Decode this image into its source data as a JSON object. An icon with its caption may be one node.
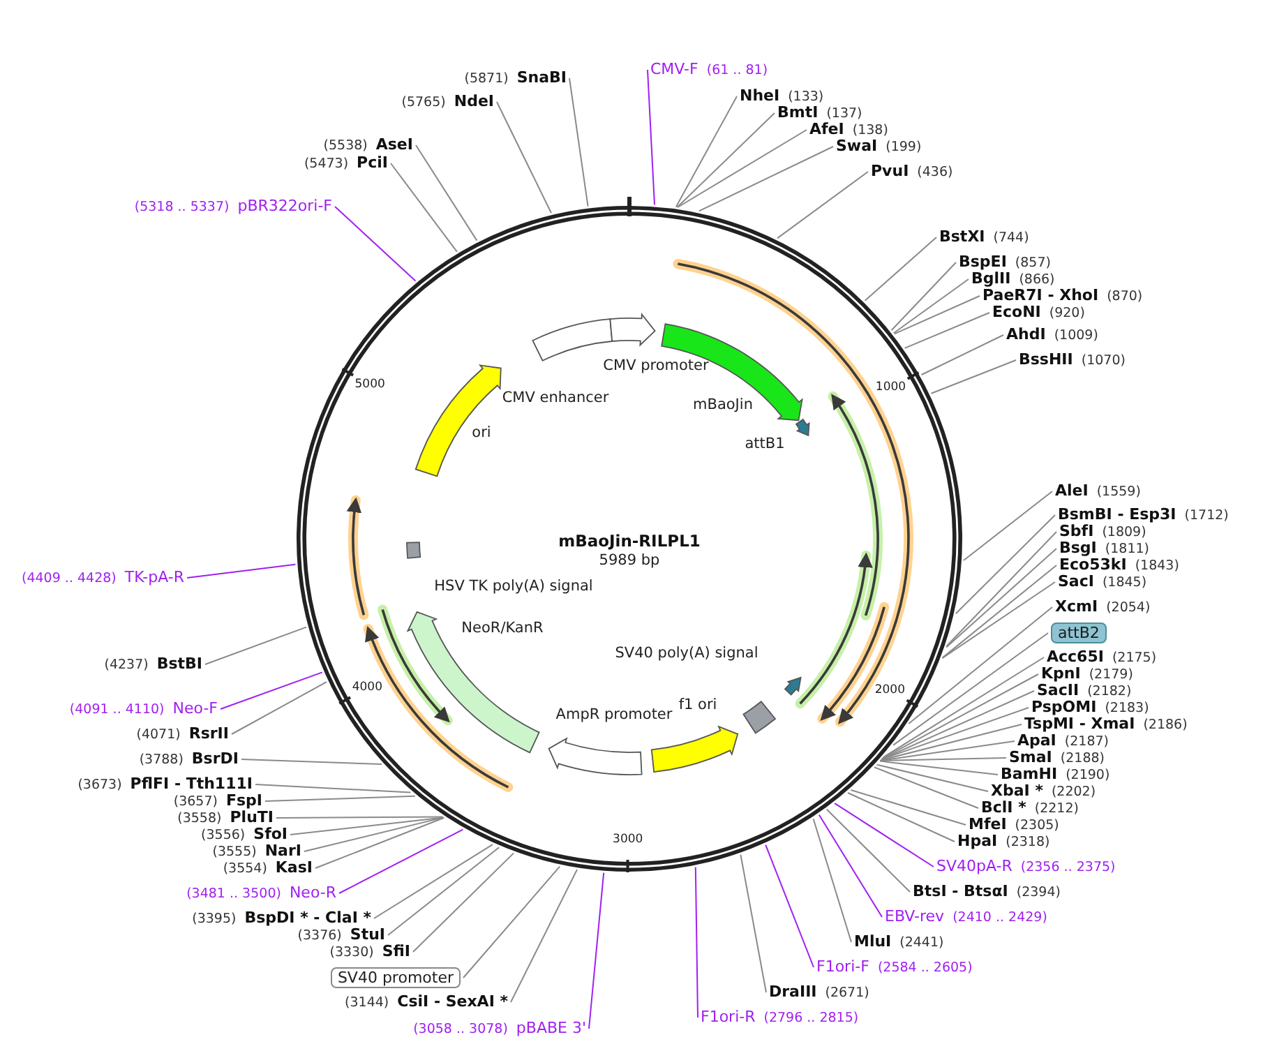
{
  "diagram": {
    "title": "mBaoJin-RILPL1",
    "nodes": [
      {
        "text": [
          "CMV-F",
          "(61 .. 81)"
        ]
      },
      {
        "text": [
          "NheI",
          "(133)"
        ]
      },
      {
        "text": [
          "BmtI",
          "(137)"
        ]
      },
      {
        "text": [
          "AfeI",
          "(138)"
        ]
      },
      {
        "text": [
          "SwaI",
          "(199)"
        ]
      },
      {
        "text": [
          "PvuI",
          "(436)"
        ]
      },
      {
        "text": [
          "BstXI",
          "(744)"
        ]
      },
      {
        "text": [
          "BspEI",
          "(857)"
        ]
      },
      {
        "text": [
          "BglII",
          "(866)"
        ]
      },
      {
        "text": [
          "PaeR7I - XhoI",
          "(870)"
        ]
      },
      {
        "text": [
          "EcoNI",
          "(920)"
        ]
      },
      {
        "text": [
          "AhdI",
          "(1009)"
        ]
      },
      {
        "text": [
          "BssHII",
          "(1070)"
        ]
      },
      {
        "text": [
          "AleI",
          "(1559)"
        ]
      },
      {
        "text": [
          "BsmBI - Esp3I",
          "(1712)"
        ]
      },
      {
        "text": [
          "SbfI",
          "(1809)"
        ]
      },
      {
        "text": [
          "BsgI",
          "(1811)"
        ]
      },
      {
        "text": [
          "Eco53kI",
          "(1843)"
        ]
      },
      {
        "text": [
          "SacI",
          "(1845)"
        ]
      },
      {
        "text": [
          "XcmI",
          "(2054)"
        ]
      },
      {
        "text": [
          "attB2"
        ]
      },
      {
        "text": [
          "Acc65I",
          "(2175)"
        ]
      },
      {
        "text": [
          "KpnI",
          "(2179)"
        ]
      },
      {
        "text": [
          "SacII",
          "(2182)"
        ]
      },
      {
        "text": [
          "PspOMI",
          "(2183)"
        ]
      },
      {
        "text": [
          "TspMI - XmaI",
          "(2186)"
        ]
      },
      {
        "text": [
          "ApaI",
          "(2187)"
        ]
      },
      {
        "text": [
          "SmaI",
          "(2188)"
        ]
      },
      {
        "text": [
          "BamHI",
          "(2190)"
        ]
      },
      {
        "text": [
          "XbaI *",
          "(2202)"
        ]
      },
      {
        "text": [
          "BclI *",
          "(2212)"
        ]
      },
      {
        "text": [
          "MfeI",
          "(2305)"
        ]
      },
      {
        "text": [
          "HpaI",
          "(2318)"
        ]
      },
      {
        "text": [
          "SV40pA-R",
          "(2356 .. 2375)"
        ]
      },
      {
        "text": [
          "BtsI - BtsαI",
          "(2394)"
        ]
      },
      {
        "text": [
          "EBV-rev",
          "(2410 .. 2429)"
        ]
      },
      {
        "text": [
          "MluI",
          "(2441)"
        ]
      },
      {
        "text": [
          "F1ori-F",
          "(2584 .. 2605)"
        ]
      },
      {
        "text": [
          "DraIII",
          "(2671)"
        ]
      },
      {
        "text": [
          "F1ori-R",
          "(2796 .. 2815)"
        ]
      },
      {
        "text": [
          "(3058 .. 3078)",
          "pBABE 3'"
        ]
      },
      {
        "text": [
          "(3144)",
          "CsiI - SexAI *"
        ]
      },
      {
        "text": [
          "SV40 promoter"
        ]
      },
      {
        "text": [
          "(3330)",
          "SfiI"
        ]
      },
      {
        "text": [
          "(3376)",
          "StuI"
        ]
      },
      {
        "text": [
          "(3395)",
          "BspDI * - ClaI *"
        ]
      },
      {
        "text": [
          "(3481 .. 3500)",
          "Neo-R"
        ]
      },
      {
        "text": [
          "(3554)",
          "KasI"
        ]
      },
      {
        "text": [
          "(3555)",
          "NarI"
        ]
      },
      {
        "text": [
          "(3556)",
          "SfoI"
        ]
      },
      {
        "text": [
          "(3558)",
          "PluTI"
        ]
      },
      {
        "text": [
          "(3657)",
          "FspI"
        ]
      },
      {
        "text": [
          "(3673)",
          "PflFI - Tth111I"
        ]
      },
      {
        "text": [
          "(3788)",
          "BsrDI"
        ]
      },
      {
        "text": [
          "(4071)",
          "RsrII"
        ]
      },
      {
        "text": [
          "(4091 .. 4110)",
          "Neo-F"
        ]
      },
      {
        "text": [
          "(4237)",
          "BstBI"
        ]
      },
      {
        "text": [
          "(4409 .. 4428)",
          "TK-pA-R"
        ]
      },
      {
        "text": [
          "(5318 .. 5337)",
          "pBR322ori-F"
        ]
      },
      {
        "text": [
          "(5473)",
          "PciI"
        ]
      },
      {
        "text": [
          "(5538)",
          "AseI"
        ]
      },
      {
        "text": [
          "(5765)",
          "NdeI"
        ]
      },
      {
        "text": [
          "(5871)",
          "SnaBI"
        ]
      },
      {
        "text": [
          "CMV enhancer"
        ]
      },
      {
        "text": [
          "CMV promoter"
        ]
      },
      {
        "text": [
          "mBaoJin"
        ]
      },
      {
        "text": [
          "attB1"
        ]
      },
      {
        "text": [],
        "shape": "arrow"
      },
      {
        "text": [
          "SV40 poly(A) signal"
        ]
      },
      {
        "text": [
          "f1 ori"
        ]
      },
      {
        "text": [
          "AmpR promoter"
        ]
      },
      {
        "text": [
          "NeoR/KanR"
        ]
      },
      {
        "text": [
          "HSV TK poly(A) signal"
        ]
      },
      {
        "text": [
          "ori"
        ]
      }
    ],
    "edges": [
      {
        "from": 0,
        "to": null,
        "arrow": "none",
        "color": "#a020f0"
      },
      {
        "from": 1,
        "to": null,
        "arrow": "none"
      },
      {
        "from": 2,
        "to": null,
        "arrow": "none"
      },
      {
        "from": 3,
        "to": null,
        "arrow": "none"
      },
      {
        "from": 4,
        "to": null,
        "arrow": "none"
      },
      {
        "from": 5,
        "to": null,
        "arrow": "none"
      },
      {
        "from": 6,
        "to": null,
        "arrow": "none"
      },
      {
        "from": 7,
        "to": null,
        "arrow": "none"
      },
      {
        "from": 8,
        "to": null,
        "arrow": "none"
      },
      {
        "from": 9,
        "to": null,
        "arrow": "none"
      },
      {
        "from": 10,
        "to": null,
        "arrow": "none"
      },
      {
        "from": 11,
        "to": null,
        "arrow": "none"
      },
      {
        "from": 12,
        "to": null,
        "arrow": "none"
      },
      {
        "from": 13,
        "to": null,
        "arrow": "none"
      },
      {
        "from": 14,
        "to": null,
        "arrow": "none"
      },
      {
        "from": 15,
        "to": null,
        "arrow": "none"
      },
      {
        "from": 16,
        "to": null,
        "arrow": "none"
      },
      {
        "from": 17,
        "to": null,
        "arrow": "none"
      },
      {
        "from": 18,
        "to": null,
        "arrow": "none"
      },
      {
        "from": 19,
        "to": null,
        "arrow": "none"
      },
      {
        "from": 20,
        "to": null,
        "arrow": "none"
      },
      {
        "from": 21,
        "to": null,
        "arrow": "none"
      },
      {
        "from": 22,
        "to": null,
        "arrow": "none"
      },
      {
        "from": 23,
        "to": null,
        "arrow": "none"
      },
      {
        "from": 24,
        "to": null,
        "arrow": "none"
      },
      {
        "from": 25,
        "to": null,
        "arrow": "none"
      },
      {
        "from": 26,
        "to": null,
        "arrow": "none"
      },
      {
        "from": 27,
        "to": null,
        "arrow": "none"
      },
      {
        "from": 28,
        "to": null,
        "arrow": "none"
      },
      {
        "from": 29,
        "to": null,
        "arrow": "none"
      },
      {
        "from": 30,
        "to": null,
        "arrow": "none"
      },
      {
        "from": 31,
        "to": null,
        "arrow": "none"
      },
      {
        "from": 32,
        "to": null,
        "arrow": "none"
      },
      {
        "from": 33,
        "to": null,
        "arrow": "none",
        "color": "#a020f0"
      },
      {
        "from": 34,
        "to": null,
        "arrow": "none"
      },
      {
        "from": 35,
        "to": null,
        "arrow": "none",
        "color": "#a020f0"
      },
      {
        "from": 36,
        "to": null,
        "arrow": "none"
      },
      {
        "from": 37,
        "to": null,
        "arrow": "none",
        "color": "#a020f0"
      },
      {
        "from": 38,
        "to": null,
        "arrow": "none"
      },
      {
        "from": 39,
        "to": null,
        "arrow": "none",
        "color": "#a020f0"
      },
      {
        "from": 40,
        "to": null,
        "arrow": "none",
        "color": "#a020f0"
      },
      {
        "from": 41,
        "to": null,
        "arrow": "none"
      },
      {
        "from": 42,
        "to": null,
        "arrow": "none"
      },
      {
        "from": 43,
        "to": null,
        "arrow": "none"
      },
      {
        "from": 44,
        "to": null,
        "arrow": "none"
      },
      {
        "from": 45,
        "to": null,
        "arrow": "none"
      },
      {
        "from": 46,
        "to": null,
        "arrow": "none",
        "color": "#a020f0"
      },
      {
        "from": 47,
        "to": null,
        "arrow": "none"
      },
      {
        "from": 48,
        "to": null,
        "arrow": "none"
      },
      {
        "from": 49,
        "to": null,
        "arrow": "none"
      },
      {
        "from": 50,
        "to": null,
        "arrow": "none"
      },
      {
        "from": 51,
        "to": null,
        "arrow": "none"
      },
      {
        "from": 52,
        "to": null,
        "arrow": "none"
      },
      {
        "from": 53,
        "to": null,
        "arrow": "none"
      },
      {
        "from": 54,
        "to": null,
        "arrow": "none"
      },
      {
        "from": 55,
        "to": null,
        "arrow": "none",
        "color": "#a020f0"
      },
      {
        "from": 56,
        "to": null,
        "arrow": "none"
      },
      {
        "from": 57,
        "to": null,
        "arrow": "none",
        "color": "#a020f0"
      },
      {
        "from": 58,
        "to": null,
        "arrow": "none",
        "color": "#a020f0"
      },
      {
        "from": 59,
        "to": null,
        "arrow": "none"
      },
      {
        "from": 60,
        "to": null,
        "arrow": "none"
      },
      {
        "from": 61,
        "to": null,
        "arrow": "none"
      },
      {
        "from": 62,
        "to": null,
        "arrow": "none"
      }
    ],
    "labels": [
      "5989 bp",
      "1000",
      "2000",
      "3000",
      "4000",
      "5000"
    ]
  }
}
